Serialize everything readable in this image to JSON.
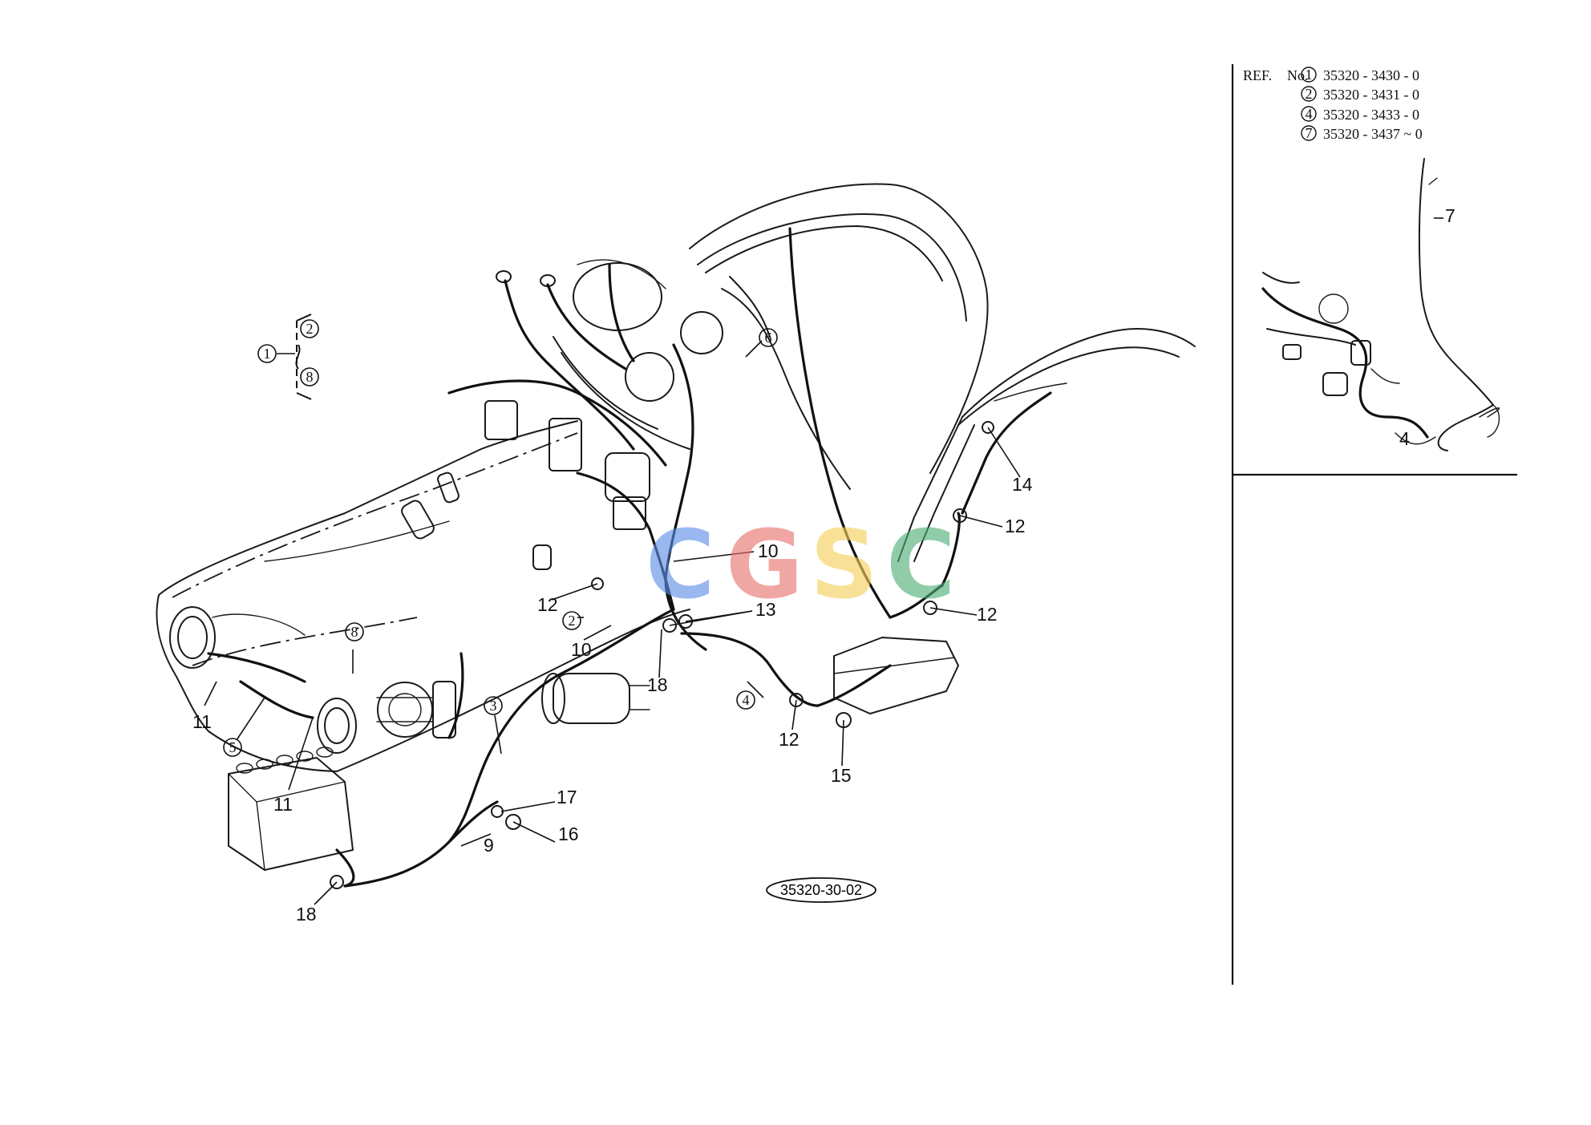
{
  "figure": {
    "drawing_number": "35320-30-02"
  },
  "reference_table": {
    "ref_label": "REF.",
    "no_label": "No.",
    "rows": [
      {
        "index": "1",
        "part_number": "35320 - 3430 - 0"
      },
      {
        "index": "2",
        "part_number": "35320 - 3431 - 0"
      },
      {
        "index": "4",
        "part_number": "35320 - 3433 - 0"
      },
      {
        "index": "7",
        "part_number": "35320 - 3437 ~ 0"
      }
    ]
  },
  "group_bracket": {
    "parent": "1",
    "members": [
      "2",
      "8"
    ]
  },
  "circled_callouts": [
    "2",
    "3",
    "4",
    "5",
    "6",
    "8"
  ],
  "plain_callouts": [
    "9",
    "10",
    "10",
    "11",
    "11",
    "12",
    "12",
    "12",
    "12",
    "13",
    "14",
    "15",
    "16",
    "17",
    "18",
    "18"
  ],
  "inset": {
    "callouts": [
      "7",
      "4"
    ]
  },
  "watermark": {
    "letters": [
      "C",
      "G",
      "S",
      "C"
    ],
    "colors": [
      "#5a8ee6",
      "#e8706a",
      "#f4cf57",
      "#4fae76"
    ]
  }
}
